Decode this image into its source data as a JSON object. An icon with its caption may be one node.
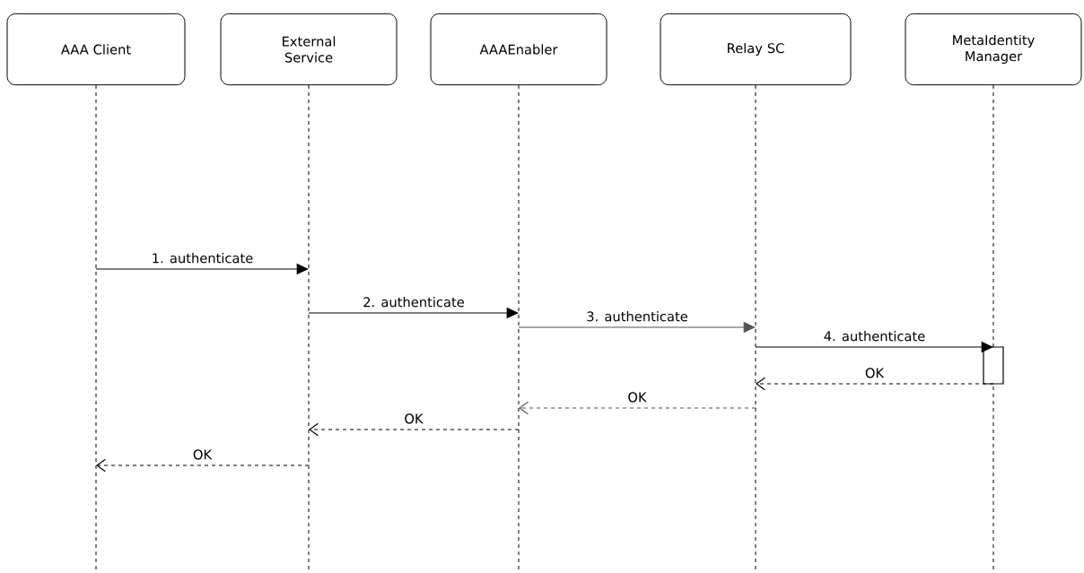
{
  "diagram": {
    "nodes": [
      {
        "text": [
          "AAA Client"
        ]
      },
      {
        "text": [
          "External Service"
        ]
      },
      {
        "text": [
          "AAAEnabler"
        ]
      },
      {
        "text": [
          "Relay SC"
        ]
      },
      {
        "text": [
          "MetaIdentity Manager"
        ]
      }
    ],
    "edges": [
      {
        "from": 0,
        "to": 1,
        "arrow": "to",
        "label": "1. authenticate"
      },
      {
        "from": 1,
        "to": 2,
        "arrow": "to",
        "label": "2. authenticate"
      },
      {
        "from": 2,
        "to": 3,
        "arrow": "to",
        "label": "3. authenticate",
        "color": "#555555"
      },
      {
        "from": 3,
        "to": 4,
        "arrow": "to",
        "label": "4. authenticate"
      },
      {
        "from": 4,
        "to": 3,
        "arrow": "to",
        "label": "OK",
        "style": "dashed"
      },
      {
        "from": 3,
        "to": 2,
        "arrow": "to",
        "label": "OK",
        "style": "dashed",
        "color": "#555555"
      },
      {
        "from": 2,
        "to": 1,
        "arrow": "to",
        "label": "OK",
        "style": "dashed"
      },
      {
        "from": 1,
        "to": 0,
        "arrow": "to",
        "label": "OK",
        "style": "dashed"
      }
    ]
  }
}
